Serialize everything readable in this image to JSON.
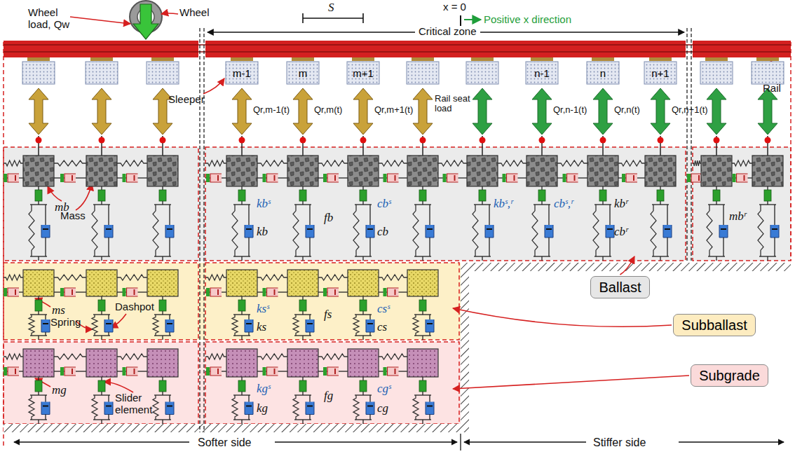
{
  "diagram": {
    "nodes": [
      {
        "text": [
          "m-1"
        ]
      },
      {
        "text": [
          "m"
        ]
      },
      {
        "text": [
          "m+1"
        ]
      },
      {
        "text": [
          "n-1"
        ]
      },
      {
        "text": [
          "n"
        ]
      },
      {
        "text": [
          "n+1"
        ]
      },
      {
        "text": [
          "Ballast"
        ]
      },
      {
        "text": [
          "Subballast"
        ]
      },
      {
        "text": [
          "Subgrade"
        ]
      }
    ],
    "labels": [
      "Wheel load, Qw",
      "Wheel",
      "S",
      "x = 0",
      "Positive x direction",
      "Critical zone",
      "Rail",
      "Sleeper",
      "Rail seat load",
      "Qr,m-1(t)",
      "Qr,m(t)",
      "Qr,m+1(t)",
      "Qr,n-1(t)",
      "Qr,n(t)",
      "Qr,n+1(t)",
      "mb",
      "Mass",
      "kbˢ",
      "kb",
      "fb",
      "cbˢ",
      "cb",
      "kbˢ,ʳ",
      "cbˢ,ʳ",
      "kbʳ",
      "cbʳ",
      "mbʳ",
      "ms",
      "Spring",
      "Dashpot",
      "ksˢ",
      "ks",
      "fs",
      "csˢ",
      "cs",
      "mg",
      "Slider element",
      "kgˢ",
      "kg",
      "fg",
      "cgˢ",
      "cg",
      "Softer side",
      "Stiffer side"
    ]
  }
}
